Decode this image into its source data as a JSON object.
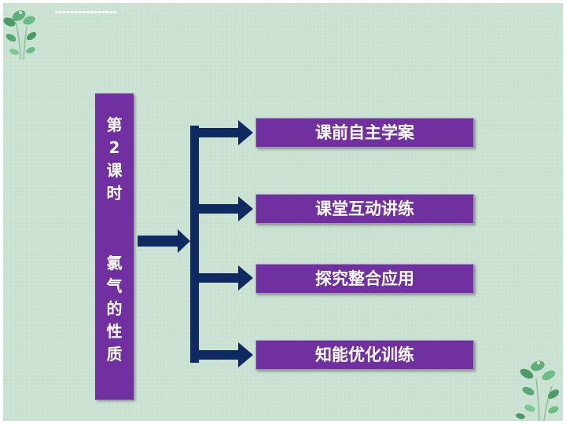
{
  "slide": {
    "title_line1": [
      "第",
      "2",
      "课",
      "时"
    ],
    "title_line2": [
      "氯",
      "气",
      "的",
      "性",
      "质"
    ],
    "menu": [
      {
        "label": "课前自主学案"
      },
      {
        "label": "课堂互动讲练"
      },
      {
        "label": "探究整合应用"
      },
      {
        "label": "知能优化训练"
      }
    ]
  },
  "colors": {
    "background": "#c9e1d1",
    "box_fill": "#7030a0",
    "arrow": "#0f2a60",
    "text": "#ffffff"
  },
  "icons": [
    "leaf-cluster-icon",
    "arrow-icon"
  ]
}
